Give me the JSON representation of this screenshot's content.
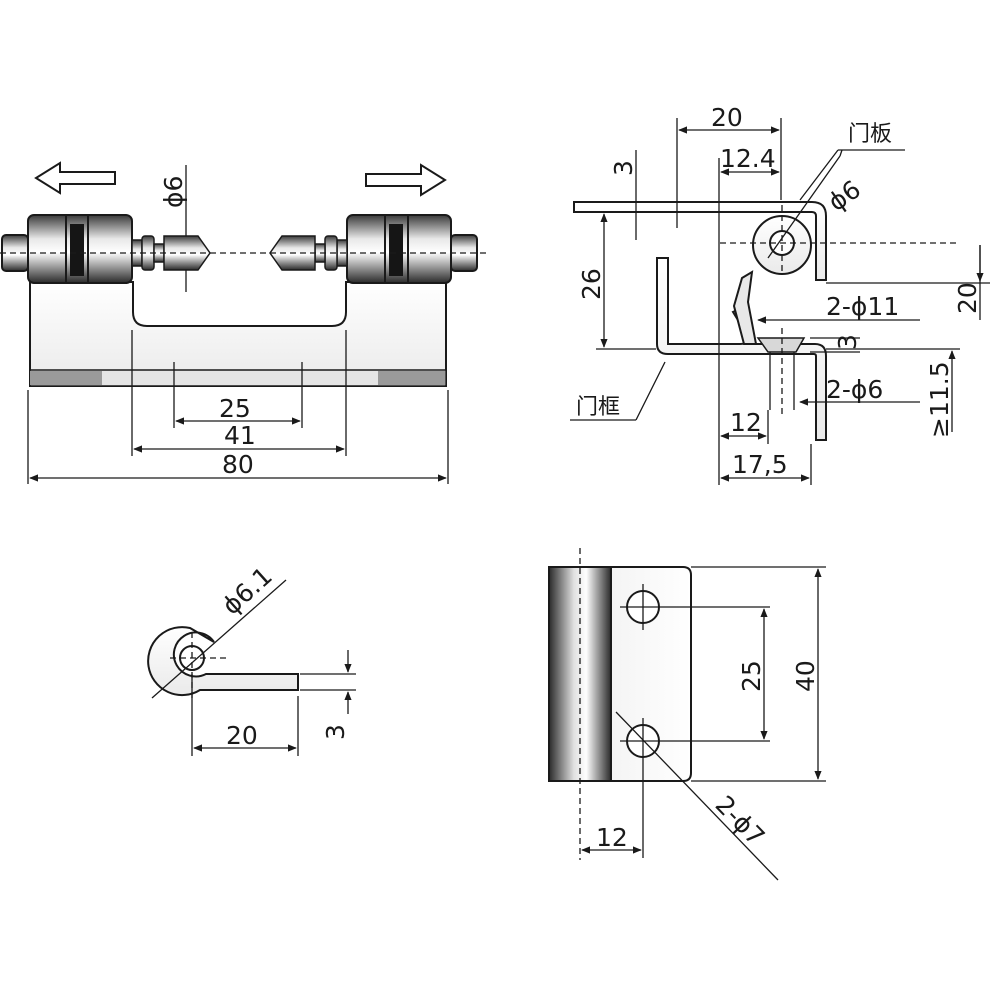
{
  "front_view": {
    "pin_diameter": "ϕ6",
    "dim_hole_spacing": "25",
    "dim_inner_width": "41",
    "dim_overall_length": "80"
  },
  "side_view": {
    "door_panel_label": "门板",
    "door_frame_label": "门框",
    "dim_leaf_length": "20",
    "dim_pin_offset": "12.4",
    "dim_thickness": "3",
    "dim_pin_diameter": "ϕ6",
    "dim_height": "26",
    "dim_hole_counterbore": "2-ϕ11",
    "dim_counterbore_depth": "3",
    "dim_hole_diameter": "2-ϕ6",
    "dim_right_height": "20",
    "dim_min_height": "≥11.5",
    "dim_hole_offset": "12",
    "dim_frame_depth": "17,5"
  },
  "leaf_section": {
    "dim_curl_diameter": "ϕ6.1",
    "dim_leaf_length": "20",
    "dim_thickness": "3"
  },
  "leaf_top_view": {
    "dim_hole_spacing": "25",
    "dim_leaf_height": "40",
    "dim_hole_offset": "12",
    "dim_hole_diameter": "2-ϕ7"
  },
  "colors": {
    "line": "#1a1a1a",
    "background": "#ffffff",
    "metal_light": "#f2f2f2",
    "metal_dark": "#2b2b2b"
  }
}
